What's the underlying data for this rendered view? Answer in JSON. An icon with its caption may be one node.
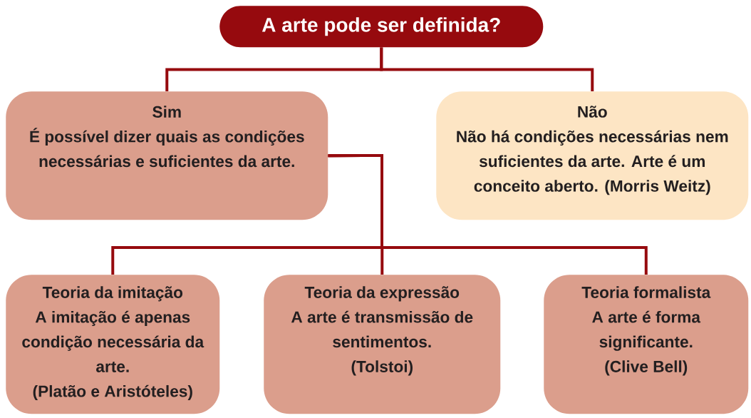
{
  "diagram": {
    "nodes": [
      {
        "text": [
          "A arte pode ser definida?"
        ]
      },
      {
        "text": [
          "Sim",
          "É possível dizer quais as condições necessárias e suficientes da arte."
        ]
      },
      {
        "text": [
          "Não",
          "Não há condições necessárias nem suficientes da arte. Arte é um conceito aberto. (Morris Weitz)"
        ]
      },
      {
        "text": [
          "Teoria da imitação",
          "A imitação é apenas condição necessária da arte.",
          "(Platão e Aristóteles)"
        ]
      },
      {
        "text": [
          "Teoria da expressão",
          "A arte é transmissão de sentimentos.",
          "(Tolstoi)"
        ]
      },
      {
        "text": [
          "Teoria formalista",
          "A arte é forma significante.",
          "(Clive Bell)"
        ]
      }
    ],
    "edges": [
      {
        "from": 0,
        "to": 1,
        "arrow": "none"
      },
      {
        "from": 0,
        "to": 2,
        "arrow": "none"
      },
      {
        "from": 1,
        "to": 3,
        "arrow": "none"
      },
      {
        "from": 1,
        "to": 4,
        "arrow": "none"
      },
      {
        "from": 1,
        "to": 5,
        "arrow": "none"
      }
    ]
  }
}
